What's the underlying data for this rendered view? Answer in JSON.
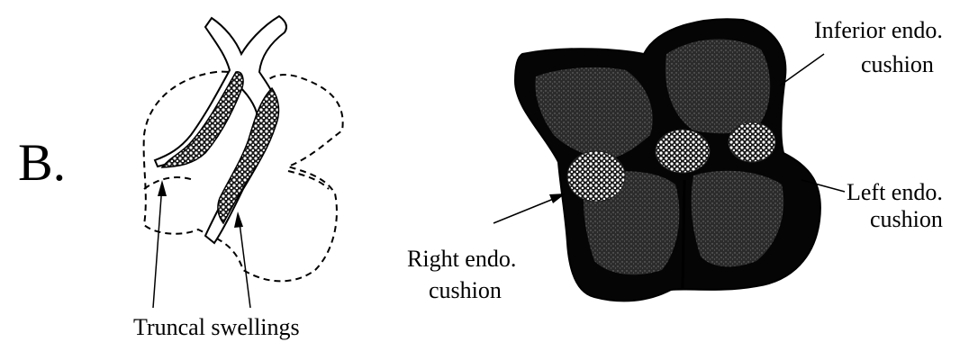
{
  "panel_label": "B.",
  "left_figure": {
    "label": "Truncal swellings"
  },
  "right_figure": {
    "labels": {
      "inferior": [
        "Inferior endo.",
        "cushion"
      ],
      "left": [
        "Left endo.",
        "cushion"
      ],
      "right": [
        "Right endo.",
        "cushion"
      ]
    }
  },
  "colors": {
    "ink": "#000000",
    "background": "#ffffff",
    "heart_body": "#050505",
    "chamber_texture": "#3a3a3a",
    "cushion": "#d8d8d8"
  }
}
